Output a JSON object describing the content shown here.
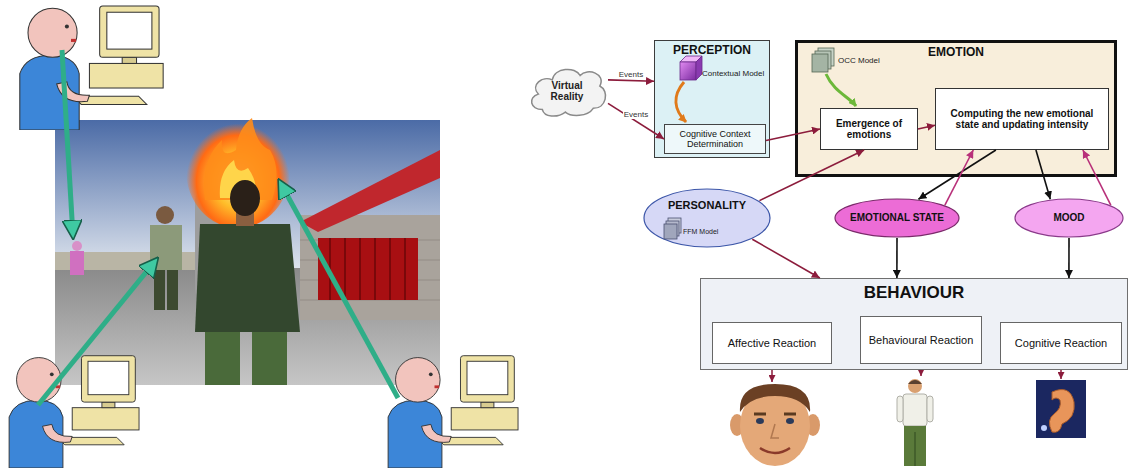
{
  "diagram": {
    "nodes": [
      {
        "text": [
          "Virtual Reality"
        ]
      },
      {
        "text": [
          "PERCEPTION"
        ]
      },
      {
        "text": [
          "Cognitive Context Determination"
        ],
        "in": 1
      },
      {
        "text": [
          "EMOTION"
        ]
      },
      {
        "text": [
          "Emergence of emotions"
        ],
        "in": 3
      },
      {
        "text": [
          "Computing the new emotional state and updating intensity"
        ],
        "in": 3
      },
      {
        "text": [
          "PERSONALITY"
        ]
      },
      {
        "text": [
          "EMOTIONAL STATE"
        ]
      },
      {
        "text": [
          "MOOD"
        ]
      },
      {
        "text": [
          "BEHAVIOUR"
        ]
      },
      {
        "text": [
          "Affective Reaction"
        ],
        "in": 9
      },
      {
        "text": [
          "Behavioural Reaction"
        ],
        "in": 9
      },
      {
        "text": [
          "Cognitive Reaction"
        ],
        "in": 9
      }
    ],
    "edges": [
      {
        "from": 0,
        "to": 1,
        "label": "Events",
        "arrow": "to"
      },
      {
        "from": 0,
        "to": 2,
        "label": "Events",
        "arrow": "to"
      },
      {
        "from": 2,
        "to": 4,
        "arrow": "to"
      },
      {
        "from": 4,
        "to": 5,
        "arrow": "to"
      },
      {
        "from": 6,
        "to": 4,
        "arrow": "to"
      },
      {
        "from": 6,
        "to": 9,
        "arrow": "to"
      },
      {
        "from": 5,
        "to": 7,
        "arrow": "to"
      },
      {
        "from": 5,
        "to": 8,
        "arrow": "to"
      },
      {
        "from": 7,
        "to": 5,
        "arrow": "to"
      },
      {
        "from": 8,
        "to": 5,
        "arrow": "to"
      },
      {
        "from": 7,
        "to": 9,
        "arrow": "to"
      },
      {
        "from": 8,
        "to": 9,
        "arrow": "to"
      }
    ],
    "labels": [
      "Contextual Model",
      "OCC Model",
      "FFM Model"
    ]
  }
}
